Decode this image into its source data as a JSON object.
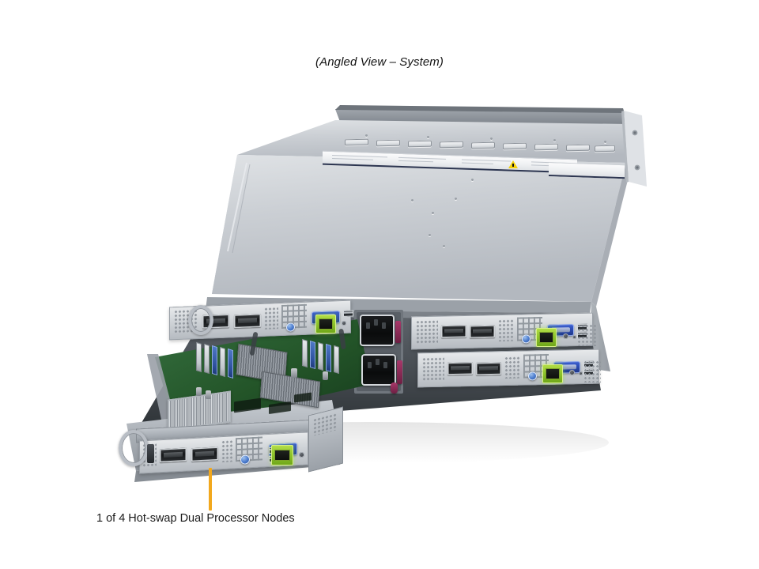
{
  "figure": {
    "title": "(Angled View – System)",
    "caption": "1 of 4 Hot-swap Dual Processor Nodes",
    "leader_color": "#f2a81d",
    "background": "#ffffff"
  },
  "product": {
    "form_factor": "2U rackmount chassis",
    "node_count": 4,
    "node_label": "Hot-swap Dual Processor Node",
    "colors": {
      "chassis_light": "#c9ccd0",
      "chassis_mid": "#aab0b7",
      "chassis_dark": "#7e848c",
      "rj45_green": "#8fc62c",
      "vga_blue": "#2a49ad",
      "pcb_green": "#215129",
      "psu_latch_magenta": "#a8386a",
      "warning_yellow": "#f5d20b",
      "label_navy": "#2c3550"
    }
  },
  "annotations": [
    {
      "id": "node-callout",
      "text": "1 of 4 Hot-swap Dual Processor Nodes",
      "points_to": "front-panel of extended bottom-left node"
    }
  ],
  "front_panel_ports": [
    {
      "name": "sfp-port-1",
      "type": "SFP cage"
    },
    {
      "name": "sfp-port-2",
      "type": "SFP cage"
    },
    {
      "name": "vent-grille",
      "type": "perforated grille"
    },
    {
      "name": "power-button",
      "type": "round blue button"
    },
    {
      "name": "vga-port",
      "type": "blue D-Sub VGA"
    },
    {
      "name": "usb-port-1",
      "type": "USB 3.0"
    },
    {
      "name": "usb-port-2",
      "type": "USB 3.0"
    },
    {
      "name": "rj45-port",
      "type": "green RJ45 Ethernet"
    },
    {
      "name": "status-leds",
      "type": "indicator LEDs"
    }
  ],
  "rear_elements": [
    {
      "name": "power-inlet-1",
      "type": "IEC C14 inlet"
    },
    {
      "name": "power-inlet-2",
      "type": "IEC C14 inlet"
    },
    {
      "name": "psu-release-latch-1",
      "type": "latch"
    },
    {
      "name": "psu-release-latch-2",
      "type": "latch"
    },
    {
      "name": "rack-mount-ear",
      "type": "mounting bracket"
    },
    {
      "name": "service-label",
      "type": "warning label strip"
    }
  ]
}
